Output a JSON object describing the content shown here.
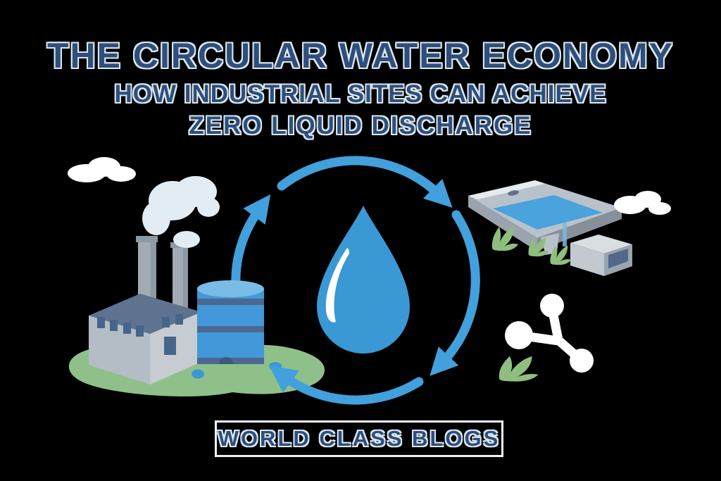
{
  "title": {
    "line1": "THE CIRCULAR WATER ECONOMY",
    "line2": "HOW INDUSTRIAL SITES CAN ACHIEVE",
    "line3": "ZERO LIQUID DISCHARGE"
  },
  "badge": {
    "label": "WORLD CLASS BLOGS"
  },
  "icons": [
    {
      "name": "recycle-cycle-icon",
      "shape": "four blue curved arrows forming a clockwise circle"
    },
    {
      "name": "water-drop-icon",
      "shape": "large blue teardrop with white crescent highlight"
    },
    {
      "name": "factory-icon",
      "shape": "isometric gray factory building with two smokestacks"
    },
    {
      "name": "chimney-smoke-icon",
      "shape": "pale blue smoke puffs"
    },
    {
      "name": "storage-tank-icon",
      "shape": "blue cylindrical water tank with navy bands"
    },
    {
      "name": "treatment-basin-icon",
      "shape": "isometric gray basin filled with blue water"
    },
    {
      "name": "equipment-box-icon",
      "shape": "small isometric gray unit with navy panel"
    },
    {
      "name": "molecule-icon",
      "shape": "white three-atom molecule"
    },
    {
      "name": "plant-icon",
      "shape": "green leafy tufts"
    },
    {
      "name": "grass-icon",
      "shape": "green ground blob"
    },
    {
      "name": "cloud-icon",
      "shape": "white puffy clouds"
    },
    {
      "name": "droplet-icon",
      "shape": "small blue puddle dots"
    }
  ],
  "colors": {
    "background": "#000000",
    "title-blue": "#2e4e7b",
    "title-outline": "#dce7f1",
    "badge-border": "#f0f4f8",
    "arrow-blue": "#42a0dc",
    "drop-blue": "#3a98d5",
    "drop-highlight": "#ffffff",
    "water-blue": "#4aa3dc",
    "tank-blue": "#4298d8",
    "tank-top": "#79bce6",
    "band-navy": "#4a6890",
    "vent-navy": "#3d5a7c",
    "grass-green": "#90c08a",
    "plant-green": "#8fbe7f",
    "building-gray": "#b4bdc5",
    "building-light": "#c6ccd2",
    "roof-slate": "#5e7390",
    "window-navy": "#47648a",
    "chimney-gray": "#a2abb4",
    "chimney-shade": "#8d99a3",
    "smoke-light": "#e2ecf2",
    "cloud-white": "#ffffff",
    "rim-gray": "#b9c2ca",
    "rim-light": "#e6ebee",
    "rim-dark": "#9aa4ae",
    "box-top": "#d9dee1",
    "box-front": "#c3cacf",
    "panel-navy": "#51688a",
    "drip-blue": "#7fb6de",
    "dash-slate": "#5c7390"
  }
}
